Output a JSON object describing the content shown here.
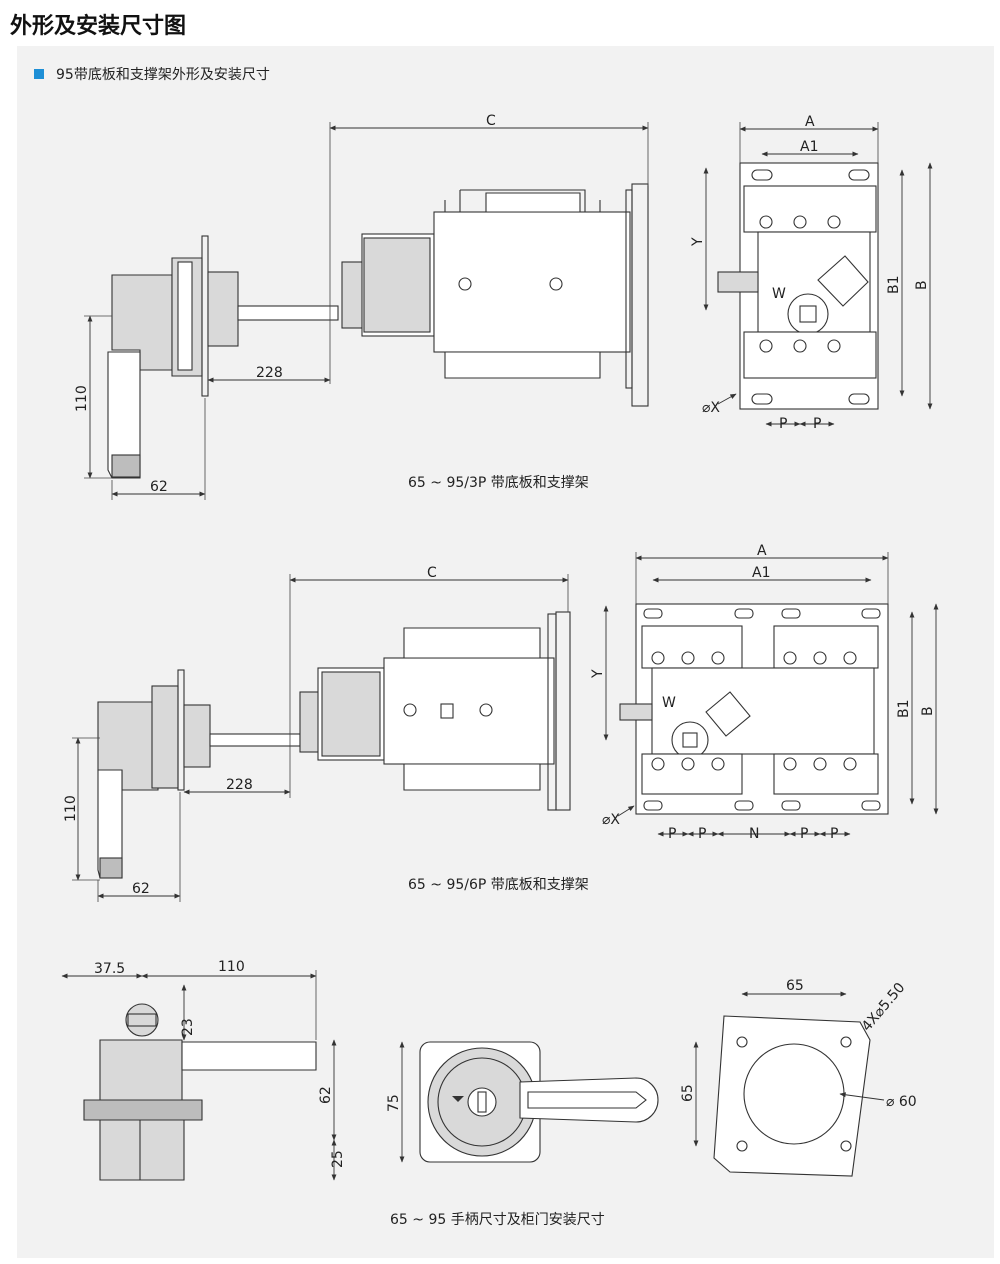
{
  "page_title": "外形及安装尺寸图",
  "section": {
    "heading": "95带底板和支撑架外形及安装尺寸"
  },
  "captions": {
    "fig1": "65 ~ 95/3P 带底板和支撑架",
    "fig2": "65 ~ 95/6P 带底板和支撑架",
    "fig3": "65 ~ 95 手柄尺寸及柜门安装尺寸"
  },
  "dims": {
    "C": "C",
    "A": "A",
    "A1": "A1",
    "B": "B",
    "B1": "B1",
    "Y": "Y",
    "W": "W",
    "X": "⌀X",
    "P": "P",
    "N": "N",
    "d228": "228",
    "d110": "110",
    "d62": "62",
    "d37_5": "37.5",
    "d23": "23",
    "d25": "25",
    "d75": "75",
    "d65": "65",
    "holes": "4X⌀5.50",
    "d60": "⌀ 60"
  },
  "colors": {
    "accent": "#1e8fd6",
    "panel": "#f2f2f2"
  }
}
